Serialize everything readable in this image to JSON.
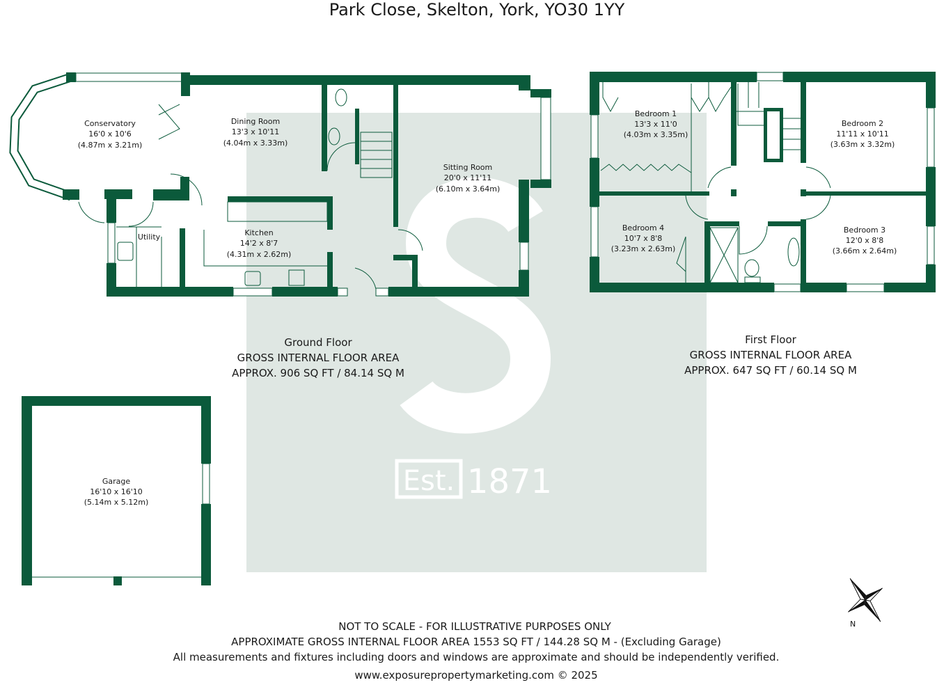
{
  "title": "Park Close, Skelton, York, YO30 1YY",
  "colors": {
    "wall": "#0b5a3b",
    "watermark": "#dfe7e3"
  },
  "watermark": {
    "letter": "S",
    "est": "Est.",
    "year": "1871"
  },
  "ground_floor": {
    "rooms": [
      {
        "name": "Conservatory",
        "imperial": "16'0 x 10'6",
        "metric": "(4.87m x 3.21m)"
      },
      {
        "name": "Dining Room",
        "imperial": "13'3 x 10'11",
        "metric": "(4.04m x 3.33m)"
      },
      {
        "name": "Sitting Room",
        "imperial": "20'0 x 11'11",
        "metric": "(6.10m x 3.64m)"
      },
      {
        "name": "Kitchen",
        "imperial": "14'2 x 8'7",
        "metric": "(4.31m x 2.62m)"
      },
      {
        "name": "Utility"
      }
    ],
    "label": "Ground Floor",
    "area_heading": "GROSS INTERNAL FLOOR AREA",
    "area": "APPROX. 906 SQ FT / 84.14 SQ M"
  },
  "first_floor": {
    "rooms": [
      {
        "name": "Bedroom 1",
        "imperial": "13'3 x 11'0",
        "metric": "(4.03m x 3.35m)"
      },
      {
        "name": "Bedroom 2",
        "imperial": "11'11 x 10'11",
        "metric": "(3.63m x 3.32m)"
      },
      {
        "name": "Bedroom 4",
        "imperial": "10'7 x 8'8",
        "metric": "(3.23m x 2.63m)"
      },
      {
        "name": "Bedroom 3",
        "imperial": "12'0 x 8'8",
        "metric": "(3.66m x 2.64m)"
      }
    ],
    "label": "First Floor",
    "area_heading": "GROSS INTERNAL FLOOR AREA",
    "area": "APPROX. 647 SQ FT / 60.14 SQ M"
  },
  "garage": {
    "name": "Garage",
    "imperial": "16'10 x 16'10",
    "metric": "(5.14m x 5.12m)"
  },
  "compass": {
    "label": "N"
  },
  "footer": {
    "line1": "NOT TO SCALE - FOR ILLUSTRATIVE PURPOSES ONLY",
    "line2": "APPROXIMATE GROSS INTERNAL FLOOR AREA 1553 SQ FT / 144.28 SQ M - (Excluding Garage)",
    "line3": "All measurements and fixtures including doors and windows are approximate and should be independently verified.",
    "line4": "www.exposurepropertymarketing.com © 2025"
  }
}
